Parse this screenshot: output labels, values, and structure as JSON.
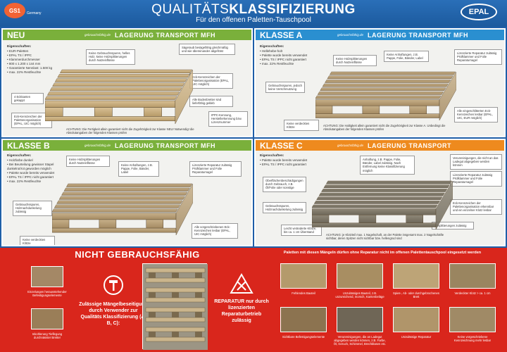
{
  "header": {
    "gs1": "GS1",
    "gs1_sub": "Germany",
    "title_thin": "QUALITÄTS",
    "title_bold": "KLASSIFIZIERUNG",
    "subtitle": "Für den offenen Paletten-Tauschpool",
    "epal": "EPAL"
  },
  "colors": {
    "green": "#7ab03b",
    "blue": "#2a8fd0",
    "orange": "#ee8a1e",
    "red": "#d9261c"
  },
  "panels": {
    "neu": {
      "name": "NEU",
      "site": "gebrauchsfähig.de",
      "tag": "LAGERUNG  TRANSPORT  MFH",
      "props_title": "Eigenschaften:",
      "props": [
        "• EUR-Paletten",
        "• EPAL TS / IPPC",
        "• Klammerdurchmesser",
        "• 800 x 1.200 x 144 mm",
        "• Garantierte Nennlast: 1.500 kg",
        "• max. 22% Restfeuchte"
      ],
      "c1": "Keine Gebrauchsspuren, helles Holz, keine Holzsplitterungen durch Nutzeinflüsse",
      "c2": "Sägeraub besägefähig gleichmäßig und wie übereinander abgefräst",
      "c3": "4 Eckkanten gekappt",
      "c4": "Eck-Kennzeichen der Palettenorganisation (EPAL, UIC möglich)",
      "c5": "Eck-Kennzeichen der Palettenorganisation (EPAL, UIC möglich)",
      "c6": "Alle Bodenbretter sind lieferfähig gekleb",
      "c7": "IPPC-Kennung, Herstellerkennung bzw. Lizenznummer",
      "note": "ACHTUNG: Die Fertigkeit allein garantiert nicht die Zugehörigkeit zur Klasse NEU! Notwendig! die Absolutangaben der folgenden Klassen prüfen"
    },
    "a": {
      "name": "KLASSE A",
      "site": "gebrauchsfähig.de",
      "tag": "LAGERUNG  TRANSPORT  MFH",
      "props_title": "Eigenschaften:",
      "props": [
        "• Hellehebe-holt",
        "• Palette wurde bereits verwendet",
        "• EPAL TS / IPPC nicht garantiert",
        "• max. 22% Restfeuchte"
      ],
      "c1": "Keine Holzsplitterungen durch Nutzeinflüsse",
      "c2": "Keine Anhaftungen, z.B. Pappe, Folie, Bänder, Label",
      "c3": "Lizenzierte Reparatur zulässig Prüfklammer und Folie Reparaturnagel",
      "c4": "Gebrauchsspuren, jedoch keine Verschmutzung",
      "c5": "Alle eingeschlitterten Eck-Kennzeichen lesbar (EPAL, UIC, EUR möglich)",
      "c6": "Keine verdeckten Klötze",
      "note": "ACHTUNG: Die Haltigkeit allein garantiert nicht die Zugehörigkeit zur Klasse A. Unbedingt die Absolutangaben der folgenden Klassen prüfen"
    },
    "b": {
      "name": "KLASSE B",
      "site": "gebrauchsfähig.de",
      "tag": "LAGERUNG  TRANSPORT  MFH",
      "props_title": "Eigenschaften:",
      "props": [
        "• Holzfarbe dunkel",
        "• Bei Beurteilung gewisser Stapel dunkelrot/rot geworden möglich",
        "• Palette wurde bereits verwendet",
        "• EPAL TS / IPPC nicht garantiert",
        "• max. 22% Restfeuchte"
      ],
      "c1": "Keine Holzsplitterungen durch Nutzeinflüsse",
      "c2": "Keine Anhaftungen, z.B. Pappe, Folie, Bänder, Label",
      "c3": "Lizenzierte Reparatur zulässig Prüfklammer und Folie Reparaturnagel",
      "c4": "Gebrauchsspuren, Holznachdunkelung zulässig",
      "c5": "Alle vorgeschriebenen Eck-Kennzeichen lesbar (EPAL, UIC möglich)",
      "c6": "Keine verdeckten Klötze"
    },
    "c": {
      "name": "KLASSE C",
      "site": "gebrauchsfähig.de",
      "tag": "LAGERUNG  TRANSPORT",
      "props_title": "Eigenschaften:",
      "props": [
        "• Palette wurde bereits verwendet",
        "• EPAL TS / IPPC nicht garantiert"
      ],
      "c1": "Anhaftung, z.B. Pappe, Folie, Bänder, Label zulässig. Nach Entfernung keine Klassifizierung möglich",
      "c2": "Verunreinigungen, die nicht an das Ladegut abgegeben werden können",
      "c3": "Lizenzierte Reparatur zulässig Prüfklammer und Folie Reparaturnagel",
      "c4": "Oberflächenbeschädigungen durch Gebrauch, z.B. Öl/Folie oder sonstige",
      "c5": "Gebrauchsspuren, Holznachdunkelung zulässig",
      "c6": "Eck-Kennzeichen der Palettenorganisation erkennbar und ein einzelner Klotz lesbar",
      "c7": "Leicht veränderte Klötze, bis ca. 1 cm Überstand",
      "c8": "Absplitterungen zulässig",
      "note": "ACHTUNG: je Klotzteil max. 1 Nagelschaft, an der Palette insgesamt max. 2 Nagelschäfte sichtbar, deren Spitzen nicht sichtbar bzw. hellengrod sind"
    }
  },
  "bottom": {
    "title": "NICHT GEBRAUCHSFÄHIG",
    "info": "Paletten mit diesen Mängeln dürfen ohne Reparatur nicht im offenen Palettentauschpool eingesetzt werden",
    "left_box": "Zulässige Mängelbeseitigung durch Verwender zur Qualitäts Klassifizierung (A, B, C):",
    "right_box": "REPARATUR nur durch lizenzierten Reparaturbetrieb zulässig",
    "left_thumbs": [
      "Einzelungen herausstehender Befestigungselemente",
      "Inkohlerung Tieflegung durchnässter Bretter"
    ],
    "defects": [
      "Fehlendes Bauteil",
      "Unzulässiges Bauteil, z.B. unzureichend, morsch, Kantenbeläge",
      "Spies-, Ab- oder durchgebrochenes Brett",
      "Verdeckter Klotz > ca. 1 cm",
      "Sichtbare Befestigungselemente",
      "Verunreinigungen, die an Ladegut abgegeben werden können, z.B. Farbe, Öl, Geruch, Schimmel, Brechblasen etc.",
      "Unzulässige Reparatur",
      "Keine vorgeschriebene Kennzeichnung mehr lesbar"
    ]
  }
}
